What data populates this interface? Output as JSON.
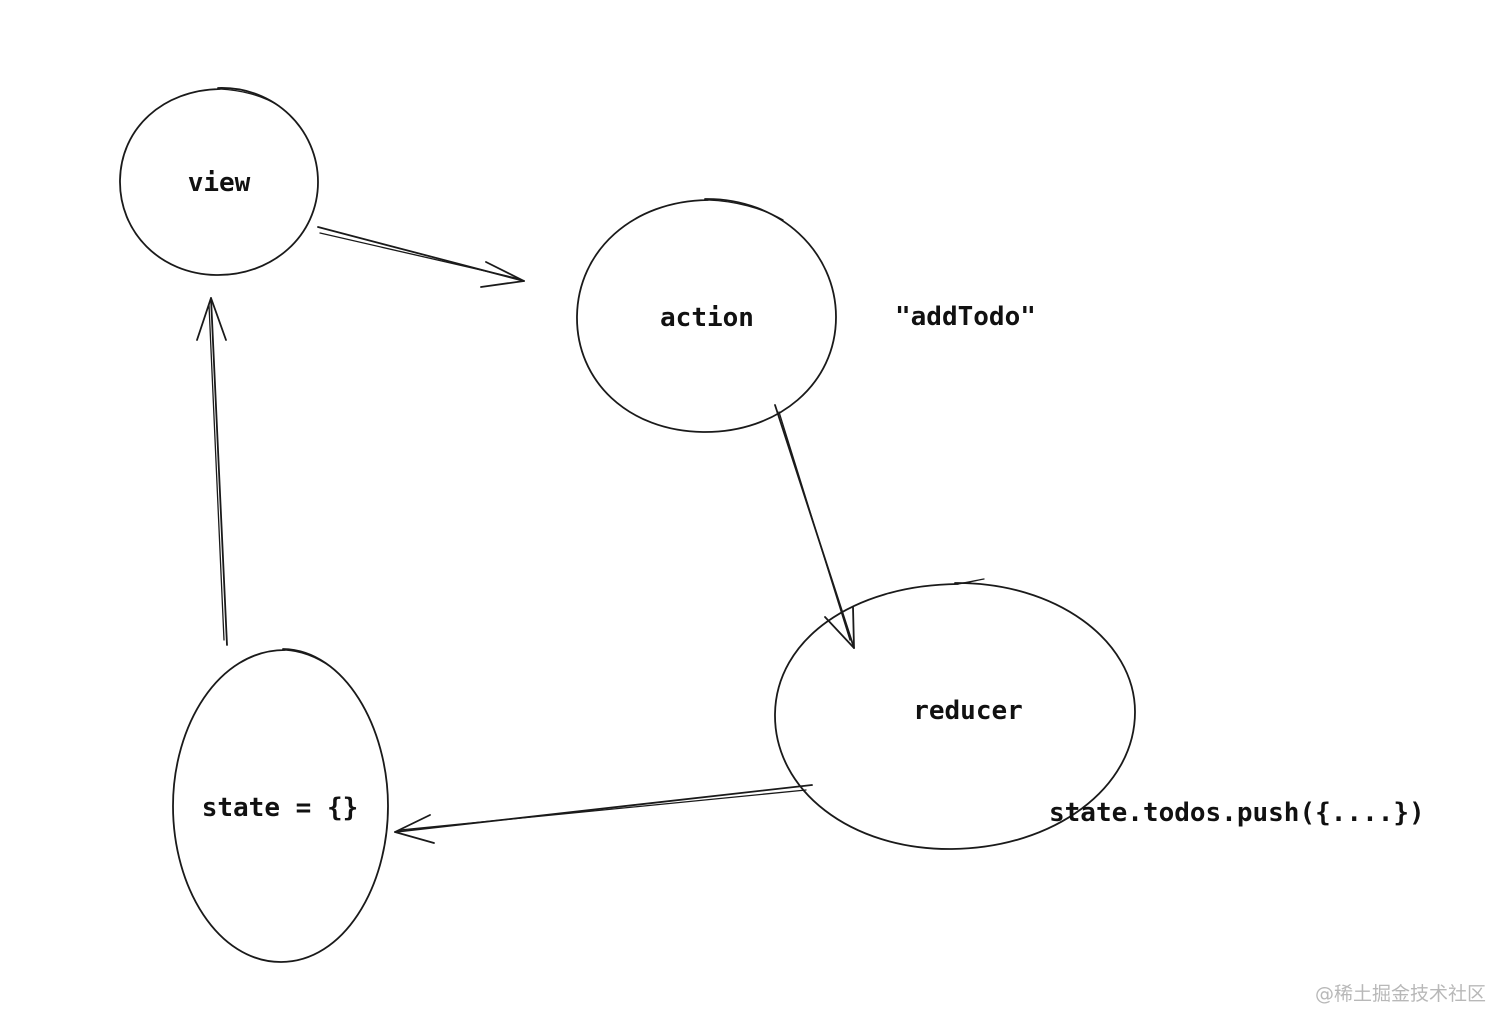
{
  "nodes": {
    "view": {
      "label": "view"
    },
    "action": {
      "label": "action"
    },
    "reducer": {
      "label": "reducer"
    },
    "state": {
      "label": "state = {}"
    }
  },
  "annotations": {
    "action_type": "\"addTodo\"",
    "reducer_code": "state.todos.push({....})"
  },
  "watermark": "@稀土掘金技术社区",
  "colors": {
    "stroke": "#1a1a1a",
    "text": "#111111",
    "watermark": "#b8b8b8",
    "background": "#ffffff"
  }
}
